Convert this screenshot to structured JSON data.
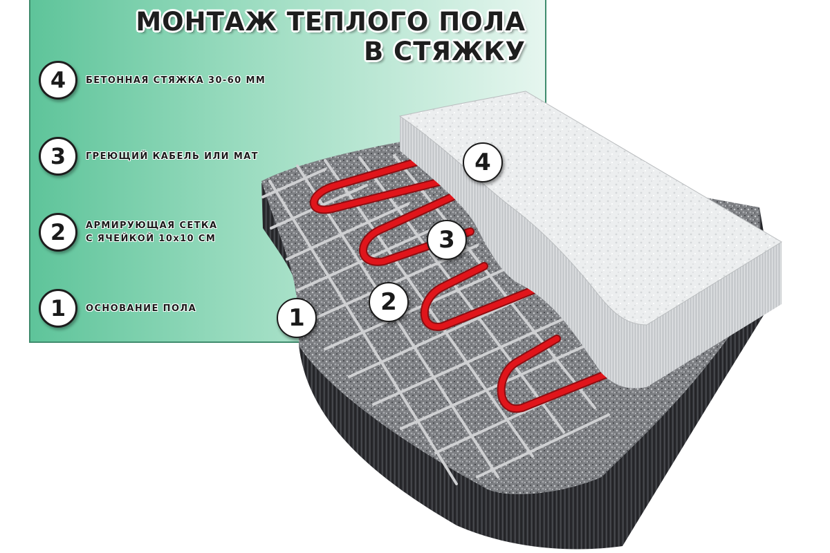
{
  "title": {
    "line1": "МОНТАЖ ТЕПЛОГО ПОЛА",
    "line2": "В СТЯЖКУ"
  },
  "legend": [
    {
      "number": "4",
      "lines": [
        "БЕТОННАЯ СТЯЖКА 30-60 ММ"
      ]
    },
    {
      "number": "3",
      "lines": [
        "ГРЕЮЩИЙ КАБЕЛЬ ИЛИ МАТ"
      ]
    },
    {
      "number": "2",
      "lines": [
        "АРМИРУЮЩАЯ СЕТКА",
        "С ЯЧЕЙКОЙ 10х10 СМ"
      ]
    },
    {
      "number": "1",
      "lines": [
        "ОСНОВАНИЕ ПОЛА"
      ]
    }
  ],
  "callouts": {
    "base": "1",
    "mesh": "2",
    "cable": "3",
    "screed": "4"
  },
  "colors": {
    "panel_left": "#5ec49a",
    "panel_right": "#e6f6ef",
    "cable": "#e0151b",
    "base_top": "#8a8c90",
    "base_side": "#2a2b2e",
    "screed": "#e9ebec",
    "mesh": "#c9cacc"
  }
}
